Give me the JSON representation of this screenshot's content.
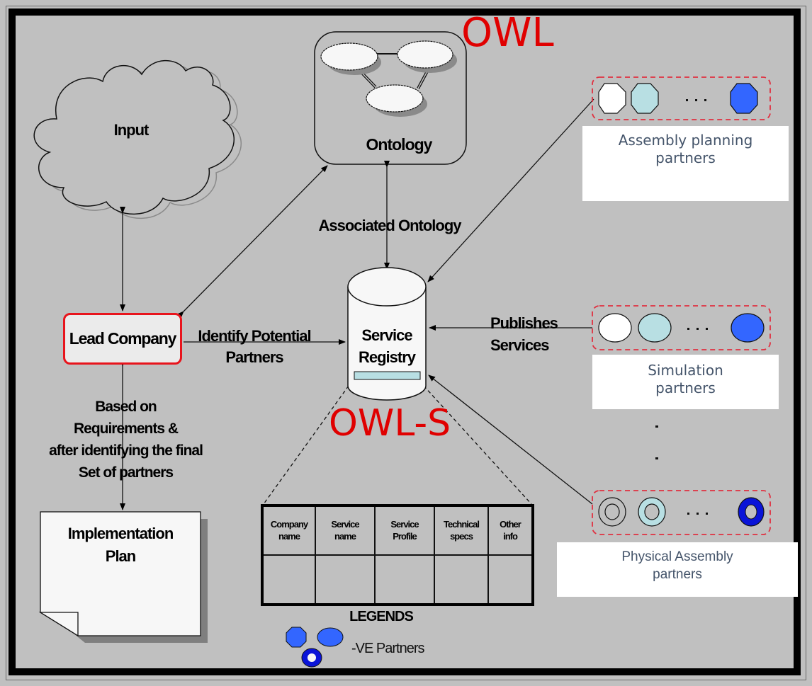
{
  "nodes": {
    "input": "Input",
    "ontology": "Ontology",
    "lead_company": "Lead Company",
    "service_registry_line1": "Service",
    "service_registry_line2": "Registry",
    "implementation_plan_line1": "Implementation",
    "implementation_plan_line2": "Plan"
  },
  "edges": {
    "associated_ontology": "Associated Ontology",
    "identify_line1": "Identify Potential",
    "identify_line2": "Partners",
    "publishes_line1": "Publishes",
    "publishes_line2": "Services",
    "based_on_lines": [
      "Based on",
      "Requirements &",
      "after identifying the final",
      "Set of partners"
    ]
  },
  "annotations": {
    "owl": "OWL",
    "owl_s": "OWL-S",
    "vertical_ellipsis": [
      "-",
      "-"
    ]
  },
  "partner_groups": [
    {
      "label_line1": "Assembly planning",
      "label_line2": "partners",
      "shape": "octagon",
      "ellipsis": "..."
    },
    {
      "label_line1": "Simulation",
      "label_line2": "partners",
      "shape": "ellipse",
      "ellipsis": "..."
    },
    {
      "label_line1": "Physical Assembly",
      "label_line2": "partners",
      "shape": "ring",
      "ellipsis": "..."
    }
  ],
  "registry_table": {
    "headers": [
      [
        "Company",
        "name"
      ],
      [
        "Service",
        "name"
      ],
      [
        "Service",
        "Profile"
      ],
      [
        "Technical",
        "specs"
      ],
      [
        "Other",
        "info"
      ]
    ],
    "rows": [
      [
        "",
        "",
        "",
        "",
        ""
      ]
    ]
  },
  "legend": {
    "title": "LEGENDS",
    "item": "-VE Partners"
  },
  "colors": {
    "background": "#c0c0c0",
    "owl_red": "#e00000",
    "lead_border": "#e8141c",
    "dashed_group": "#e03040",
    "partner_white": "#ffffff",
    "partner_lightblue": "#b8dfe3",
    "partner_blue": "#3366ff",
    "partner_darkblue": "#0a14d8",
    "label_text": "#44546a"
  }
}
